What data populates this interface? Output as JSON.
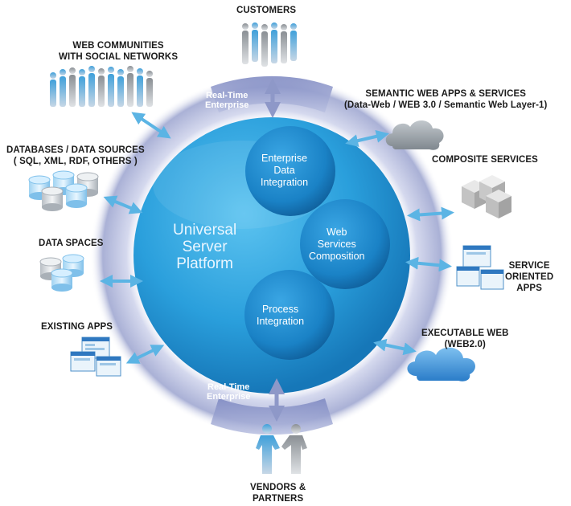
{
  "labels": {
    "customers": "CUSTOMERS",
    "web_communities": [
      "WEB COMMUNITIES",
      "WITH SOCIAL NETWORKS"
    ],
    "databases": [
      "DATABASES / DATA SOURCES",
      "( SQL, XML, RDF, OTHERS )"
    ],
    "data_spaces": "DATA SPACES",
    "existing_apps": "EXISTING APPS",
    "semantic_web": [
      "SEMANTIC WEB APPS & SERVICES",
      "(Data-Web / WEB 3.0 / Semantic Web Layer-1)"
    ],
    "composite_services": "COMPOSITE SERVICES",
    "service_oriented": [
      "SERVICE",
      "ORIENTED",
      "APPS"
    ],
    "executable_web": [
      "EXECUTABLE WEB",
      "(WEB2.0)"
    ],
    "vendors": [
      "VENDORS &",
      "PARTNERS"
    ]
  },
  "ring": {
    "top": [
      "Real-Time",
      "Enterprise"
    ],
    "bottom": [
      "Real-Time",
      "Enterprise"
    ]
  },
  "core": [
    "Universal",
    "Server",
    "Platform"
  ],
  "modules": {
    "eai": [
      "Enterprise",
      "Data",
      "Integration"
    ],
    "wsc": [
      "Web",
      "Services",
      "Composition"
    ],
    "pi": [
      "Process",
      "Integration"
    ]
  },
  "colors": {
    "core_blue": "#2a9fdc",
    "module_blue": "#1884c8",
    "arrow_blue": "#5bb4e4",
    "ring_grey": "#8e98c8",
    "cloud_grey": "#9aa3aa",
    "cloud_blue": "#3f8fd6"
  }
}
